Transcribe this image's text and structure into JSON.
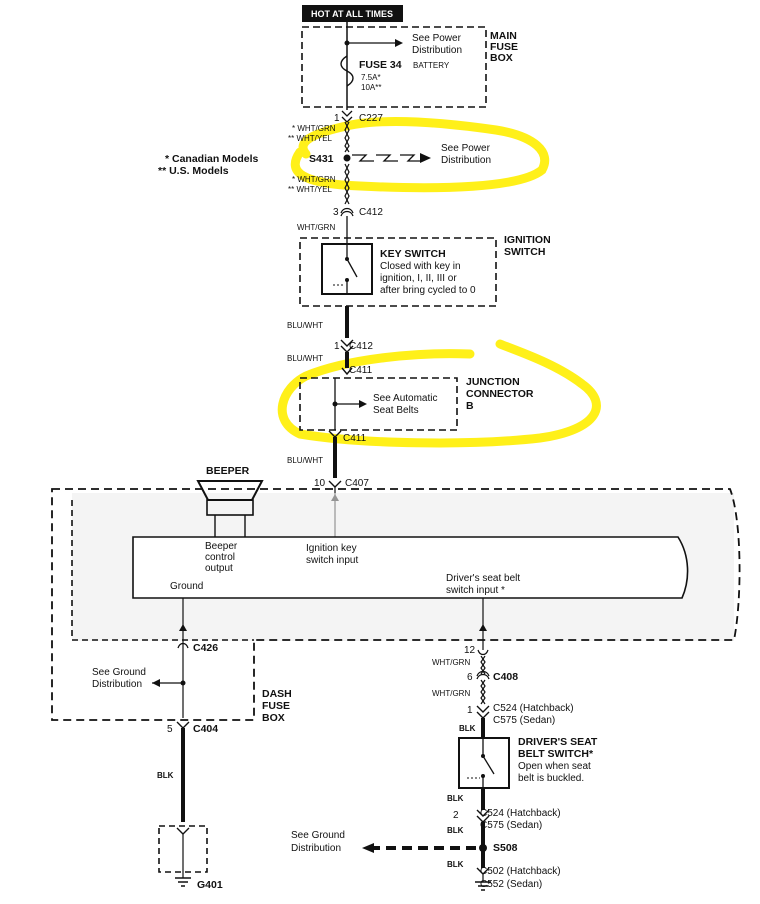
{
  "top_label": "HOT AT ALL TIMES",
  "main_fuse": {
    "title": [
      "MAIN",
      "FUSE",
      "BOX"
    ],
    "see_ref": [
      "See Power",
      "Distribution"
    ],
    "fuse_name": "FUSE 34",
    "fuse_sub": "BATTERY",
    "rating1": "7.5A*",
    "rating2": "10A**"
  },
  "c227": {
    "pin": "1",
    "name": "C227"
  },
  "legend": [
    "* Canadian Models",
    "** U.S. Models"
  ],
  "s431": {
    "name": "S431",
    "wire_above_1": "* WHT/GRN",
    "wire_above_2": "** WHT/YEL",
    "wire_below_1": "* WHT/GRN",
    "wire_below_2": "** WHT/YEL",
    "see_ref": [
      "See Power",
      "Distribution"
    ]
  },
  "c412_top": {
    "pin": "3",
    "name": "C412",
    "wire": "WHT/GRN"
  },
  "ignition": {
    "title": [
      "IGNITION",
      "SWITCH"
    ],
    "key_title": "KEY SWITCH",
    "desc": [
      "Closed with key in",
      "ignition, I, II, III or",
      "after bring cycled to 0"
    ]
  },
  "c412_bot": {
    "pin": "1",
    "name": "C412",
    "wire_above": "BLU/WHT",
    "wire_below": "BLU/WHT"
  },
  "junction": {
    "title": [
      "JUNCTION",
      "CONNECTOR",
      "B"
    ],
    "see_ref": [
      "See Automatic",
      "Seat Belts"
    ],
    "c411": "C411"
  },
  "c407": {
    "pin": "10",
    "name": "C407",
    "wire": "BLU/WHT"
  },
  "beeper": {
    "title": "BEEPER"
  },
  "control_unit": {
    "beeper_output": [
      "Beeper",
      "control",
      "output"
    ],
    "ignition_input": [
      "Ignition key",
      "switch input"
    ],
    "ground": "Ground",
    "driver_input": [
      "Driver's  seat belt",
      "switch input *"
    ]
  },
  "c426": "C426",
  "ground_ref": [
    "See Ground",
    "Distribution"
  ],
  "dash_fuse": [
    "DASH",
    "FUSE",
    "BOX"
  ],
  "c404": {
    "pin": "5",
    "name": "C404"
  },
  "left_wire": "BLK",
  "g401": "G401",
  "right_chain": {
    "pin12": "12",
    "wire1": "WHT/GRN",
    "c408_pin": "6",
    "c408": "C408",
    "wire2": "WHT/GRN",
    "c524a_pin": "1",
    "c524a": "C524 (Hatchback)",
    "c575a": "C575 (Sedan)",
    "wire3": "BLK",
    "seat_title": [
      "DRIVER'S SEAT",
      "BELT SWITCH*"
    ],
    "seat_desc": [
      "Open when seat",
      "belt is buckled."
    ],
    "wire4": "BLK",
    "c524b_pin": "2",
    "c524b": "C524 (Hatchback)",
    "c575b": "C575 (Sedan)",
    "wire5": "BLK",
    "s508": "S508",
    "ground_ref": [
      "See Ground",
      "Distribution"
    ],
    "wire6": "BLK",
    "c502": "C502 (Hatchback)",
    "c552": "C552 (Sedan)"
  },
  "highlight_color": "#ffee00"
}
